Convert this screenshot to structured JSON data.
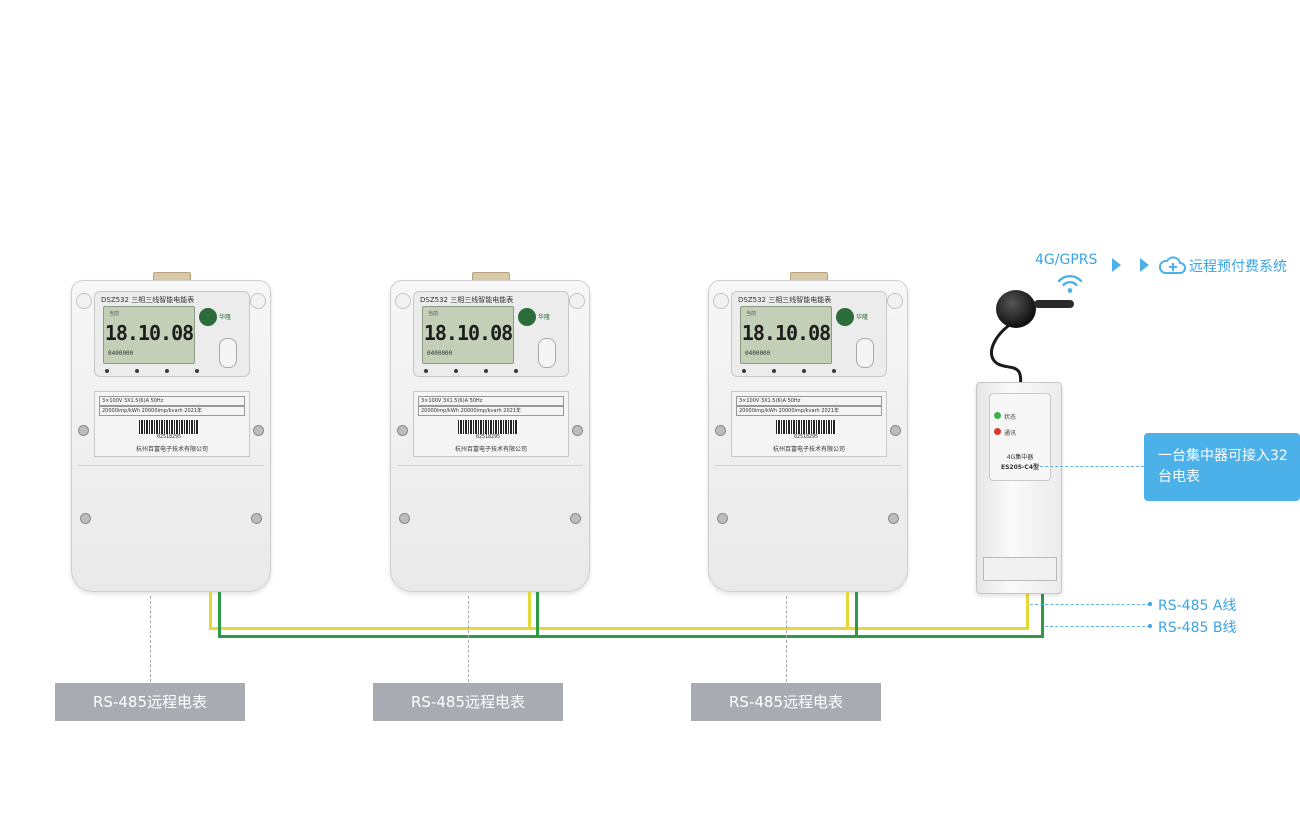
{
  "meters": [
    {
      "model": "DSZ532 三相三线智能电能表",
      "reading": "18.10.08",
      "lcd_top_left": "当前",
      "lcd_code": "0400000",
      "brand": "华隆",
      "spec_row1": "3×100V    3X1.5(6)A    50Hz",
      "spec_row2": "20000imp/kWh  20000imp/kvarh   2021年",
      "serial": "02518295",
      "manufacturer": "杭州百富电子技术有限公司",
      "label": "RS-485远程电表"
    },
    {
      "model": "DSZ532 三相三线智能电能表",
      "reading": "18.10.08",
      "lcd_top_left": "当前",
      "lcd_code": "0400000",
      "brand": "华隆",
      "spec_row1": "3×100V    3X1.5(6)A    50Hz",
      "spec_row2": "20000imp/kWh  20000imp/kvarh   2021年",
      "serial": "02518295",
      "manufacturer": "杭州百富电子技术有限公司",
      "label": "RS-485远程电表"
    },
    {
      "model": "DSZ532 三相三线智能电能表",
      "reading": "18.10.08",
      "lcd_top_left": "当前",
      "lcd_code": "0400000",
      "brand": "华隆",
      "spec_row1": "3×100V    3X1.5(6)A    50Hz",
      "spec_row2": "20000imp/kWh  20000imp/kvarh   2021年",
      "serial": "02518295",
      "manufacturer": "杭州百富电子技术有限公司",
      "label": "RS-485远程电表"
    }
  ],
  "concentrator": {
    "led_status": "状态",
    "led_comm": "通讯",
    "name": "4G集中器",
    "model": "ES205-C4型"
  },
  "wireless": {
    "label": "4G/GPRS"
  },
  "cloud": {
    "label": "远程预付费系统",
    "icon": "cloud-icon"
  },
  "callout": {
    "text": "一台集中器可接入32台电表"
  },
  "rs485": {
    "line_a": "RS-485 A线",
    "line_b": "RS-485 B线"
  },
  "colors": {
    "accent": "#4cb1e8",
    "label_text": "#3aa5e6",
    "wire_a": "#e6d83a",
    "wire_b": "#2f9a45",
    "meter_label_bg": "#a9abb3"
  }
}
